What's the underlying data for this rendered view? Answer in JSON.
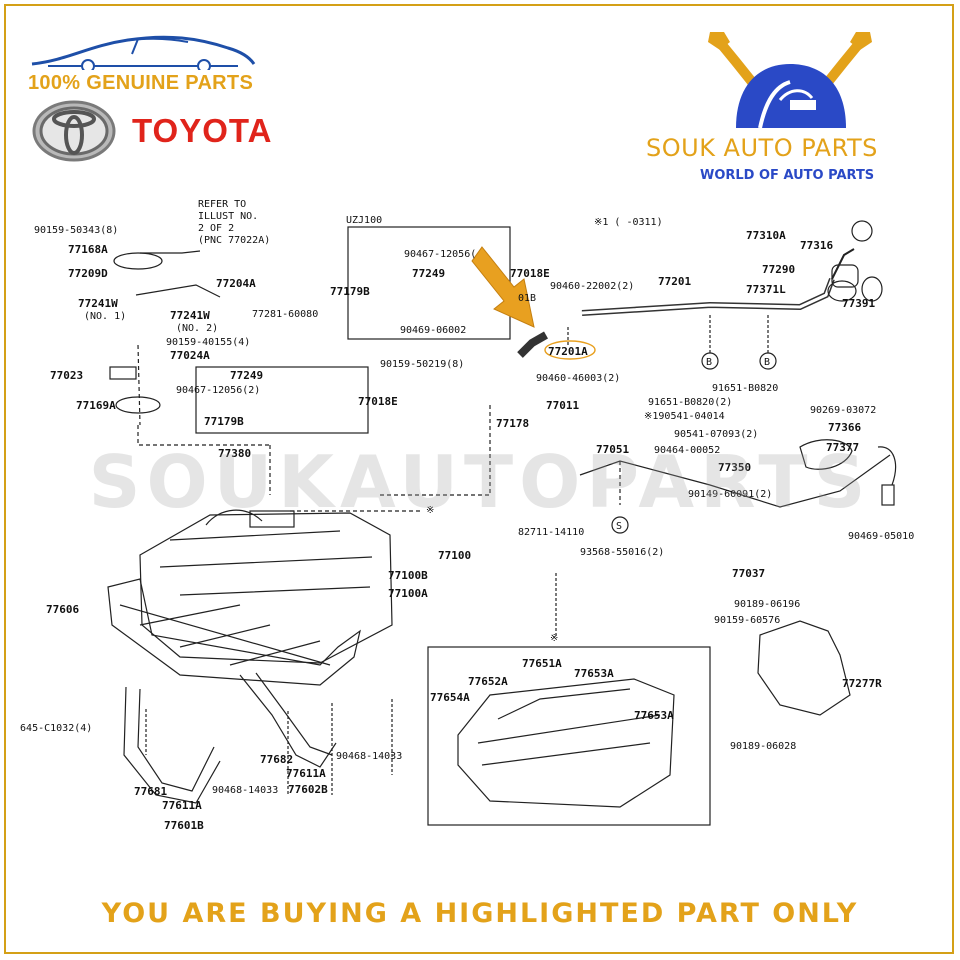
{
  "header": {
    "genuine_text": "100% GENUINE PARTS",
    "brand": "TOYOTA",
    "store_name": "SOUK AUTO PARTS",
    "store_tagline": "WORLD OF AUTO PARTS"
  },
  "watermark": "SOUKAUTOPARTS",
  "banner": "YOU ARE BUYING A HIGHLIGHTED PART ONLY",
  "colors": {
    "gold": "#e3a21a",
    "toyota_red": "#e0241b",
    "store_blue": "#2a49c6",
    "highlight_arrow": "#e8a020"
  },
  "icons": [
    "car-outline-icon",
    "toyota-emblem-icon",
    "wrench-icon",
    "store-logo-icon",
    "highlight-arrow-icon"
  ],
  "diagram": {
    "refer_note": [
      "REFER TO",
      "ILLUST NO.",
      "2 OF 2",
      "(PNC 77022A)"
    ],
    "variant_label": "UZJ100",
    "date_note": "※1 (     -0311)",
    "highlighted_part": "77201A",
    "parts": {
      "p90159_50343": "90159-50343(8)",
      "p77168A": "77168A",
      "p77209D": "77209D",
      "p77204A": "77204A",
      "p77241W_1": "77241W",
      "p_no1": "(NO. 1)",
      "p77241W_2": "77241W",
      "p_no2": "(NO. 2)",
      "p77281_60080": "77281-60080",
      "p90159_40155": "90159-40155(4)",
      "p77024A": "77024A",
      "p77023": "77023",
      "p77169A": "77169A",
      "p77249_a": "77249",
      "p90467_12056_a": "90467-12056(2)",
      "p77018E_a": "77018E",
      "p77179B_a": "77179B",
      "p77380": "77380",
      "p90467_12056_b": "90467-12056(",
      "p77249_b": "77249",
      "p77179B_b": "77179B",
      "p90469_06002": "90469-06002",
      "p77018E_b": "77018E",
      "p_01B": "01B",
      "p90460_22002": "90460-22002(2)",
      "p90159_50219": "90159-50219(8)",
      "p77201A": "77201A",
      "p90460_46003": "90460-46003(2)",
      "p77011": "77011",
      "p77178": "77178",
      "p77201": "77201",
      "p77310A": "77310A",
      "p77316": "77316",
      "p77290": "77290",
      "p77371L": "77371L",
      "p77391": "77391",
      "p91651_B0820": "91651-B0820",
      "p91651_B0820_2": "91651-B0820(2)",
      "p90541_04014": "※190541-04014",
      "p90269_03072": "90269-03072",
      "p77366": "77366",
      "p90541_07093": "90541-07093(2)",
      "p77377": "77377",
      "p77051": "77051",
      "p90464_00052": "90464-00052",
      "p77350": "77350",
      "p90149_60091": "90149-60091(2)",
      "p82711_14110": "82711-14110",
      "p93568_55016": "93568-55016(2)",
      "p90469_05010": "90469-05010",
      "p77037": "77037",
      "p77100": "77100",
      "p77100B": "77100B",
      "p77100A": "77100A",
      "p77606": "77606",
      "p90189_06196": "90189-06196",
      "p90159_60576": "90159-60576",
      "p77277R": "77277R",
      "p90189_06028": "90189-06028",
      "p77651A": "77651A",
      "p77652A": "77652A",
      "p77653A_1": "77653A",
      "p77654A": "77654A",
      "p77653A_2": "77653A",
      "p91645_C1032": "91645-C1032(4)",
      "p77682": "77682",
      "p77611A_1": "77611A",
      "p90468_14033_1": "90468-14033",
      "p77602B": "77602B",
      "p77681": "77681",
      "p77611A_2": "77611A",
      "p90468_14033_2": "90468-14033",
      "p77601B": "77601B",
      "p_B1": "B",
      "p_B2": "B",
      "p_S": "S",
      "p_star1": "※",
      "p_star2": "※"
    }
  }
}
